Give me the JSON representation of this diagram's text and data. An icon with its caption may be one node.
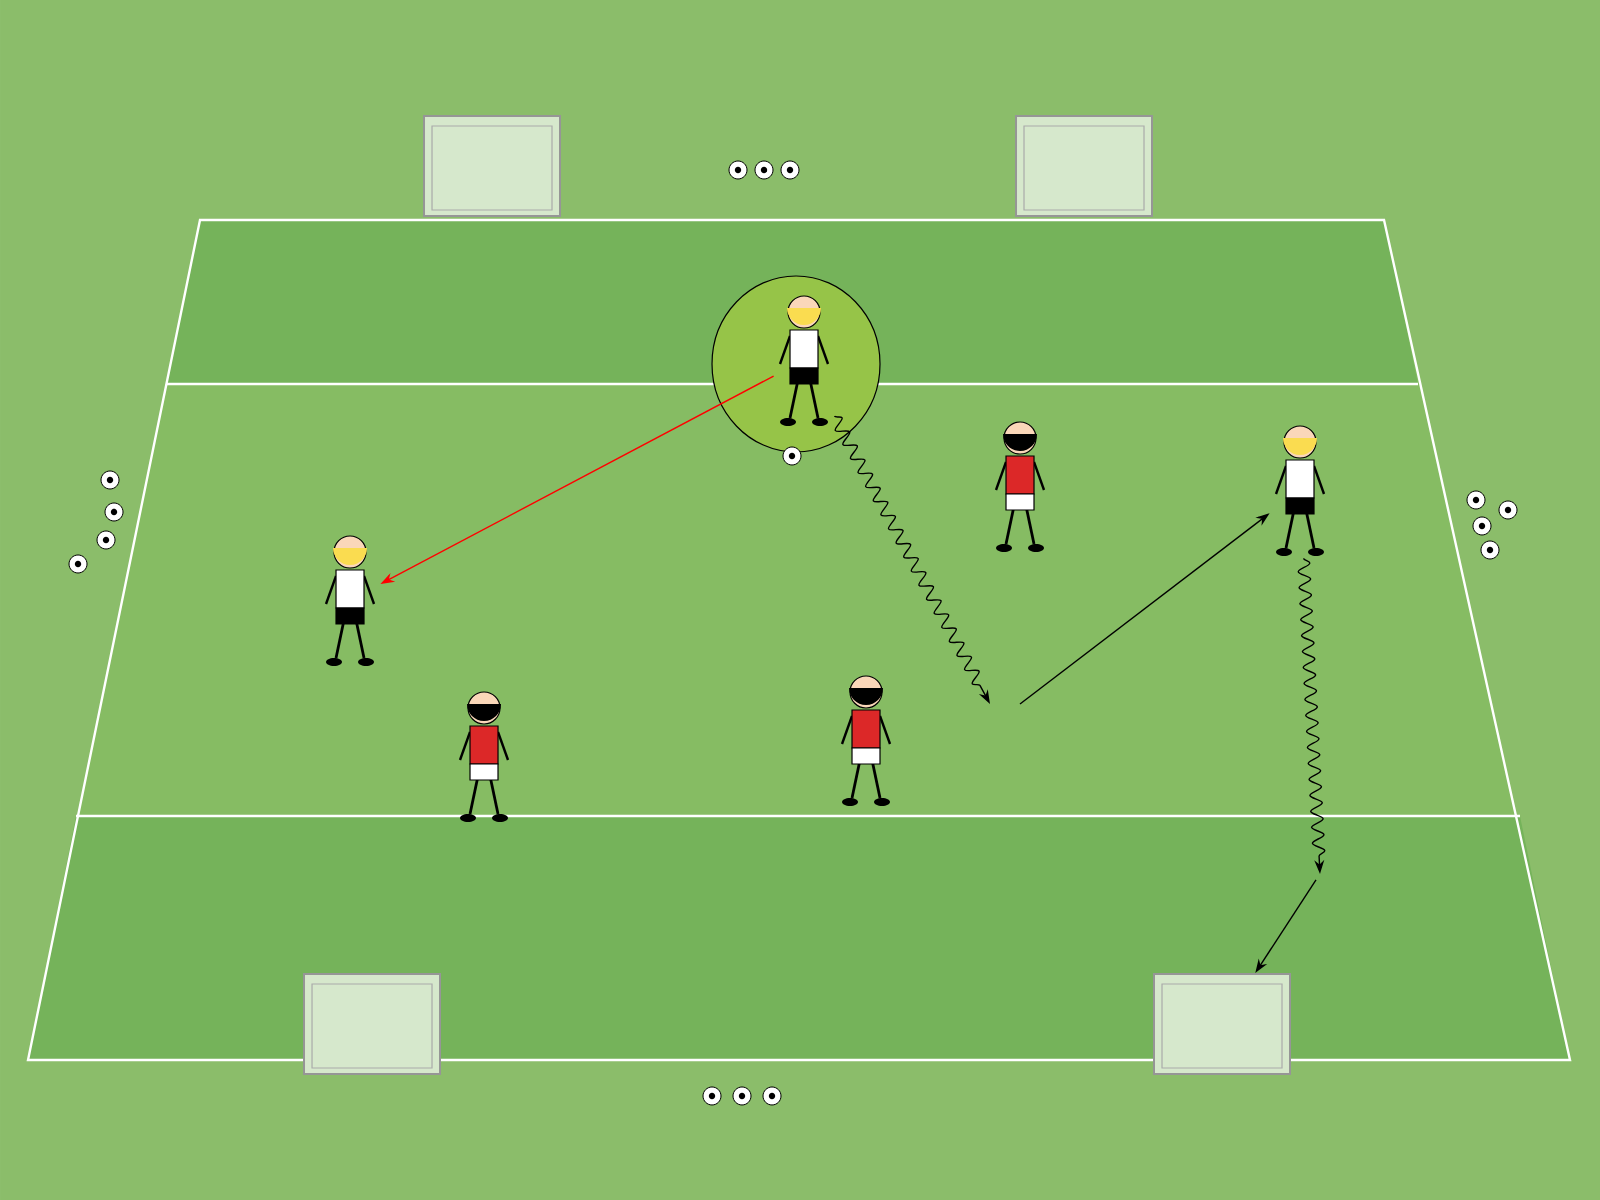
{
  "diagram": {
    "nodes": [
      {
        "text": [],
        "shape": "goal"
      },
      {
        "text": [],
        "shape": "goal"
      },
      {
        "text": [],
        "shape": "circle"
      },
      {
        "text": [],
        "shape": "person",
        "in": 2
      },
      {
        "text": [],
        "shape": "person"
      },
      {
        "text": [],
        "shape": "person"
      },
      {
        "text": [],
        "shape": "person"
      },
      {
        "text": [],
        "shape": "person"
      },
      {
        "text": [],
        "shape": "person"
      },
      {
        "text": [],
        "shape": "goal"
      },
      {
        "text": [],
        "shape": "goal"
      }
    ],
    "edges": [
      {
        "from": 3,
        "to": 6,
        "arrow": "to",
        "color": "#ff0000"
      },
      {
        "from": 3,
        "to": null,
        "arrow": "to"
      },
      {
        "from": null,
        "to": 5,
        "arrow": "to"
      },
      {
        "from": 5,
        "to": null,
        "arrow": "to"
      },
      {
        "from": null,
        "to": 10,
        "arrow": "to"
      }
    ]
  }
}
